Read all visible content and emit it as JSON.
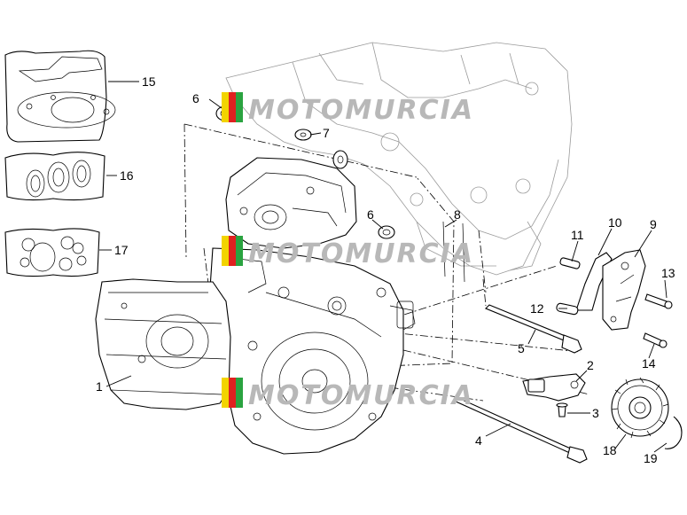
{
  "watermark": {
    "text": "MOTOMURCIA",
    "colors": {
      "yellow": "#f2d400",
      "red": "#e02020",
      "green": "#2aa340",
      "gray": "#b8b8b8"
    }
  },
  "callouts": [
    {
      "id": "c1",
      "label": "1"
    },
    {
      "id": "c2",
      "label": "2"
    },
    {
      "id": "c3",
      "label": "3"
    },
    {
      "id": "c4",
      "label": "4"
    },
    {
      "id": "c5",
      "label": "5"
    },
    {
      "id": "c6a",
      "label": "6"
    },
    {
      "id": "c6b",
      "label": "6"
    },
    {
      "id": "c7",
      "label": "7"
    },
    {
      "id": "c8",
      "label": "8"
    },
    {
      "id": "c9",
      "label": "9"
    },
    {
      "id": "c10",
      "label": "10"
    },
    {
      "id": "c11",
      "label": "11"
    },
    {
      "id": "c12",
      "label": "12"
    },
    {
      "id": "c13",
      "label": "13"
    },
    {
      "id": "c14",
      "label": "14"
    },
    {
      "id": "c15",
      "label": "15"
    },
    {
      "id": "c16",
      "label": "16"
    },
    {
      "id": "c17",
      "label": "17"
    },
    {
      "id": "c18",
      "label": "18"
    },
    {
      "id": "c19",
      "label": "19"
    }
  ]
}
